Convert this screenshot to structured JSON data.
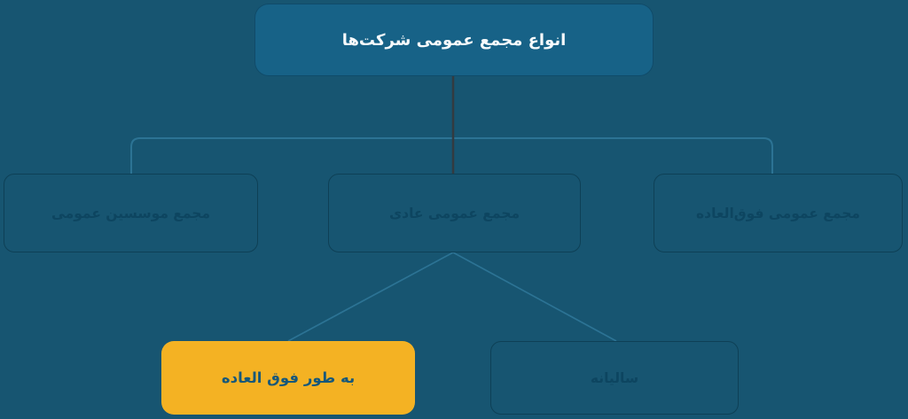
{
  "theme": {
    "background": "#175571",
    "root-fill": "#176287",
    "root-text": "#f7fafc",
    "node-border": "#0e4056",
    "node-text": "#0d4560",
    "highlight-fill": "#f4b223",
    "highlight-text": "#17587a",
    "connector-light": "#2c7394",
    "connector-dark": "#333b41"
  },
  "diagram": {
    "root": {
      "label": "انواع مجمع عمومی شرکت‌ها"
    },
    "children": [
      {
        "id": "founders",
        "label": "مجمع موسسین عمومی"
      },
      {
        "id": "ordinary",
        "label": "مجمع عمومی عادی"
      },
      {
        "id": "extraordinary",
        "label": "مجمع عمومی فوق‌العاده"
      }
    ],
    "ordinary_children": [
      {
        "id": "extraordinary-session",
        "label": "به طور فوق العاده",
        "highlighted": true
      },
      {
        "id": "annual-session",
        "label": "سالیانه",
        "highlighted": false
      }
    ]
  }
}
